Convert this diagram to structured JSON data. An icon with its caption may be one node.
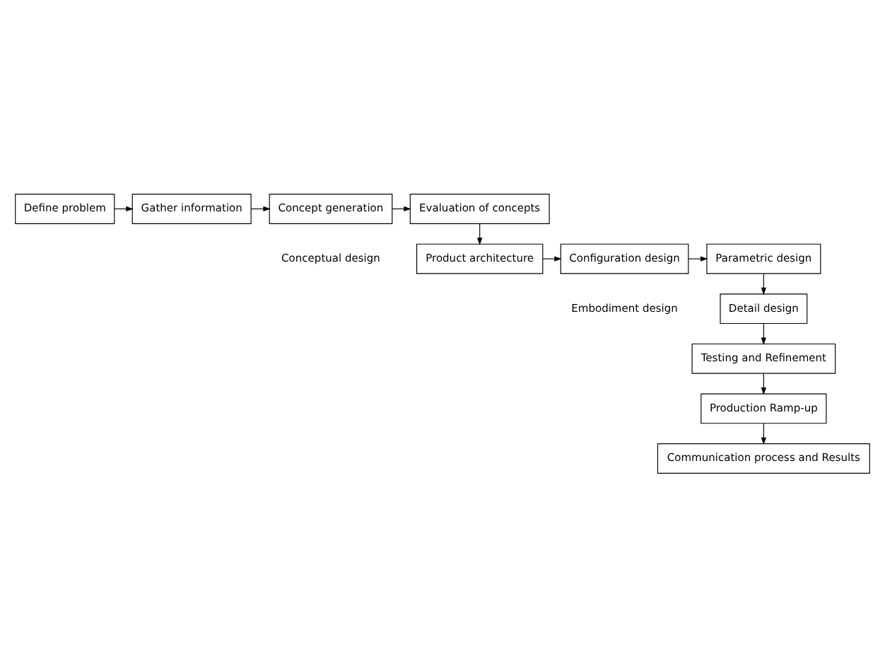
{
  "diagram": {
    "nodes": [
      {
        "text": [
          "Define problem"
        ]
      },
      {
        "text": [
          "Gather information"
        ]
      },
      {
        "text": [
          "Concept generation"
        ]
      },
      {
        "text": [
          "Evaluation of concepts"
        ]
      },
      {
        "text": [
          "Product architecture"
        ]
      },
      {
        "text": [
          "Configuration design"
        ]
      },
      {
        "text": [
          "Parametric design"
        ]
      },
      {
        "text": [
          "Detail design"
        ]
      },
      {
        "text": [
          "Testing and Refinement"
        ]
      },
      {
        "text": [
          "Production Ramp-up"
        ]
      },
      {
        "text": [
          "Communication process and Results"
        ]
      }
    ],
    "edges": [
      {
        "from": 0,
        "to": 1,
        "arrow": "to"
      },
      {
        "from": 1,
        "to": 2,
        "arrow": "to"
      },
      {
        "from": 2,
        "to": 3,
        "arrow": "to"
      },
      {
        "from": 3,
        "to": 4,
        "arrow": "to"
      },
      {
        "from": 4,
        "to": 5,
        "arrow": "to"
      },
      {
        "from": 5,
        "to": 6,
        "arrow": "to"
      },
      {
        "from": 6,
        "to": 7,
        "arrow": "to"
      },
      {
        "from": 7,
        "to": 8,
        "arrow": "to"
      },
      {
        "from": 8,
        "to": 9,
        "arrow": "to"
      },
      {
        "from": 9,
        "to": 10,
        "arrow": "to"
      }
    ],
    "labels": [
      "Conceptual design",
      "Embodiment design"
    ]
  }
}
